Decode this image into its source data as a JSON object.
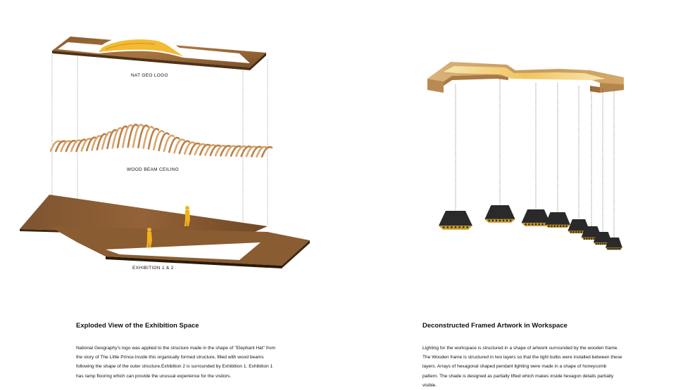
{
  "left": {
    "label_top": "NAT GEO LOGO",
    "label_mid": "WOOD BEAM CEILING",
    "label_bottom": "EXHIBITION 1 & 2",
    "title": "Exploded View of the Exhibition Space",
    "description": "National Geography's logo was applied to the structure made in the shape of \"Elephant Hat\" from the story of The Little Prince.Inside this organically formed structure, filled with wood beams following the shape of the outer structure.Exhibition 2 is surrounded by Exhibition 1. Exhibition 1 has ramp flooring which can provide the unusual experience for the visitors."
  },
  "right": {
    "title": "Deconstructed Framed Artwork in Workspace",
    "description": "Lighting for the workspace is structured in a shape of artwork surrounded by the wooden frame. The Wooden frame is structured in two layers so that the light bulbs were installed between these layers. Arrays of hexagonal shaped pendant lighting were made in a shape of honeycomb pattern. The shade is designed as partially lifted which makes inside hexagon details partially visible."
  },
  "colors": {
    "wood_dark": "#6e4a26",
    "wood_mid": "#9a6a3a",
    "wood_light": "#c99a5c",
    "gold": "#f2b21e",
    "lamp": "#2a2a2a"
  }
}
